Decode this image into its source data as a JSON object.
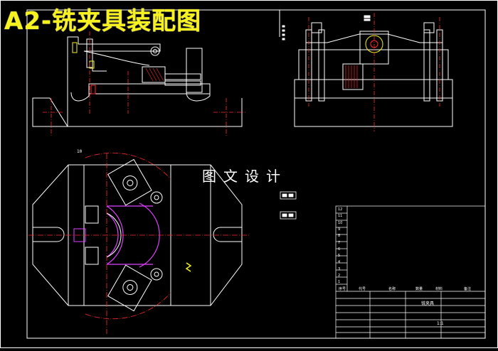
{
  "header": {
    "title": "A2-铣夹具装配图"
  },
  "watermark": {
    "text": "图文设计"
  },
  "drawing": {
    "scale_note": "10"
  },
  "title_block": {
    "name": "铣夹具",
    "scale": "1:1",
    "row_numbers": [
      "12",
      "11",
      "10",
      "9",
      "8",
      "7",
      "6",
      "5",
      "4",
      "3",
      "2",
      "1"
    ],
    "header_row": [
      "序号",
      "代号",
      "名称",
      "数量",
      "材料",
      "备注"
    ]
  },
  "colors": {
    "background": "#000000",
    "line": "#ffffff",
    "title": "#f7f21d",
    "centerline": "#ff2a2a",
    "highlight": "#e040ff",
    "hatch": "#d0d0d0"
  }
}
